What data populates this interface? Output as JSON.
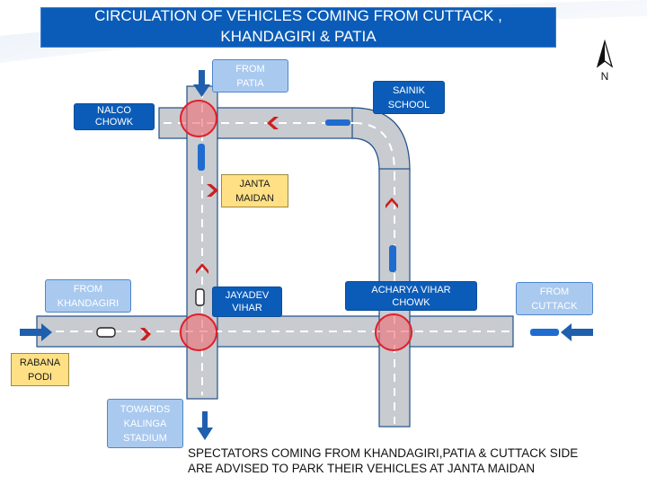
{
  "title": {
    "line1": "CIRCULATION   OF VEHICLES COMING FROM CUTTACK ,",
    "line2": "KHANDAGIRI & PATIA"
  },
  "labels": {
    "from_patia": [
      "FROM",
      "PATIA"
    ],
    "sainik_school": [
      "SAINIK",
      "SCHOOL"
    ],
    "nalco_chowk": [
      "NALCO",
      "CHOWK"
    ],
    "janta_maidan": [
      "JANTA",
      "MAIDAN"
    ],
    "from_khandagiri": [
      "FROM",
      "KHANDAGIRI"
    ],
    "jayadev_vihar": [
      "JAYADEV",
      "VIHAR"
    ],
    "acharya_vihar_chowk": [
      "ACHARYA VIHAR",
      "CHOWK"
    ],
    "from_cuttack": [
      "FROM",
      "CUTTACK"
    ],
    "rabana_podi": [
      "RABANA",
      "PODI"
    ],
    "towards_kalinga": [
      "TOWARDS",
      "KALINGA",
      "STADIUM"
    ]
  },
  "note": {
    "line1": "SPECTATORS COMING FROM  KHANDAGIRI,PATIA & CUTTACK  SIDE",
    "line2": "ARE ADVISED TO PARK THEIR  VEHICLES AT JANTA MAIDAN"
  },
  "compass_label": "N",
  "colors": {
    "road": "#c8cbcf",
    "road_edge": "#1f4f8a",
    "lane": "#ffffff",
    "junction": "#e0202a",
    "junction_fill": "#ee6d72",
    "entry_arrow": "#1f5fae",
    "direction_chevron": "#cc1f1f",
    "title_bg": "#0b5cb8"
  }
}
